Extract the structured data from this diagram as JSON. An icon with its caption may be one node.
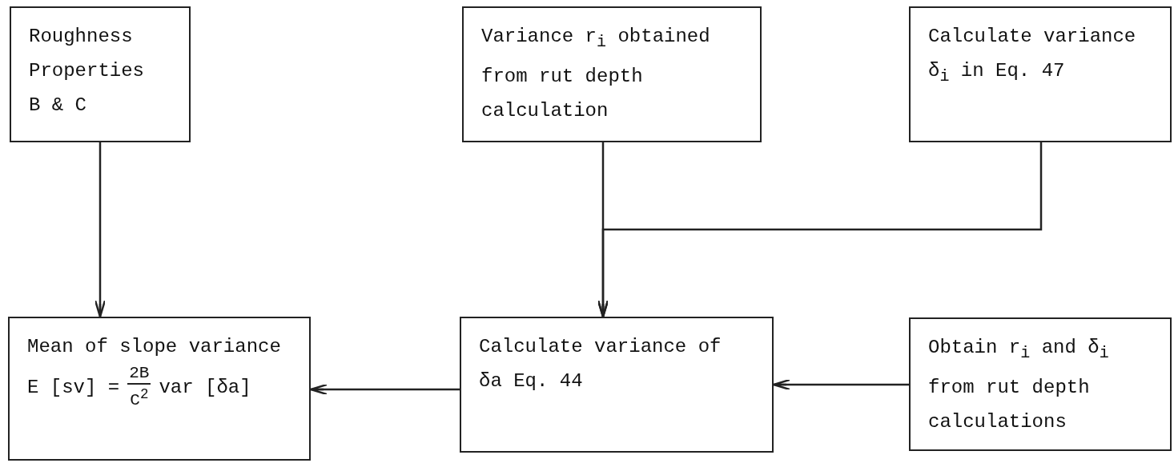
{
  "diagram": {
    "nodes": [
      {
        "text": [
          "Roughness Properties B & C"
        ]
      },
      {
        "text": [
          "Variance r$_{i}$ obtained from rut depth calculation"
        ]
      },
      {
        "text": [
          "Calculate variance δ$_{i}$ in Eq. 47"
        ]
      },
      {
        "text": [
          "Mean of slope variance",
          "E [sv] =",
          "2B",
          "C$^{2}$",
          "var [δa]"
        ]
      },
      {
        "text": [
          "Calculate variance of δa Eq. 44"
        ]
      },
      {
        "text": [
          "Obtain r$_{i}$ and δ$_{i}$ from rut depth calculations"
        ]
      }
    ],
    "edges": [
      {
        "from": 0,
        "to": 3,
        "arrow": "to"
      },
      {
        "from": 1,
        "to": 4,
        "arrow": "to"
      },
      {
        "from": 2,
        "to": 4,
        "arrow": "to"
      },
      {
        "from": 4,
        "to": 3,
        "arrow": "to"
      },
      {
        "from": 5,
        "to": 4,
        "arrow": "to"
      }
    ]
  }
}
